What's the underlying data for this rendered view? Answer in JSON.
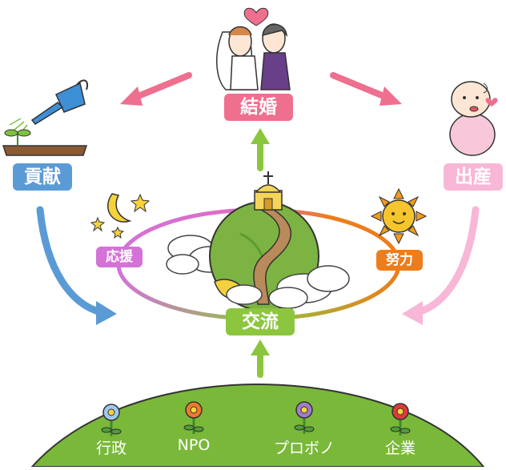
{
  "labels": {
    "marriage": "結婚",
    "childbirth": "出産",
    "contribution": "貢献",
    "exchange": "交流",
    "support": "応援",
    "effort": "努力"
  },
  "groups": [
    "行政",
    "NPO",
    "プロボノ",
    "企業"
  ],
  "colors": {
    "marriage": "#ef6f8e",
    "childbirth": "#f8b7d6",
    "contribution": "#5b9bd5",
    "exchange": "#8cc63f",
    "support": "#d472d8",
    "effort": "#ec7d1c",
    "hill": "#7ab83a",
    "globe": "#7cb342"
  },
  "icons": [
    "heart-icon",
    "couple-icon",
    "baby-icon",
    "watering-can-icon",
    "sprout-icon",
    "moon-stars-icon",
    "sun-icon",
    "globe-icon",
    "flower-icon"
  ]
}
